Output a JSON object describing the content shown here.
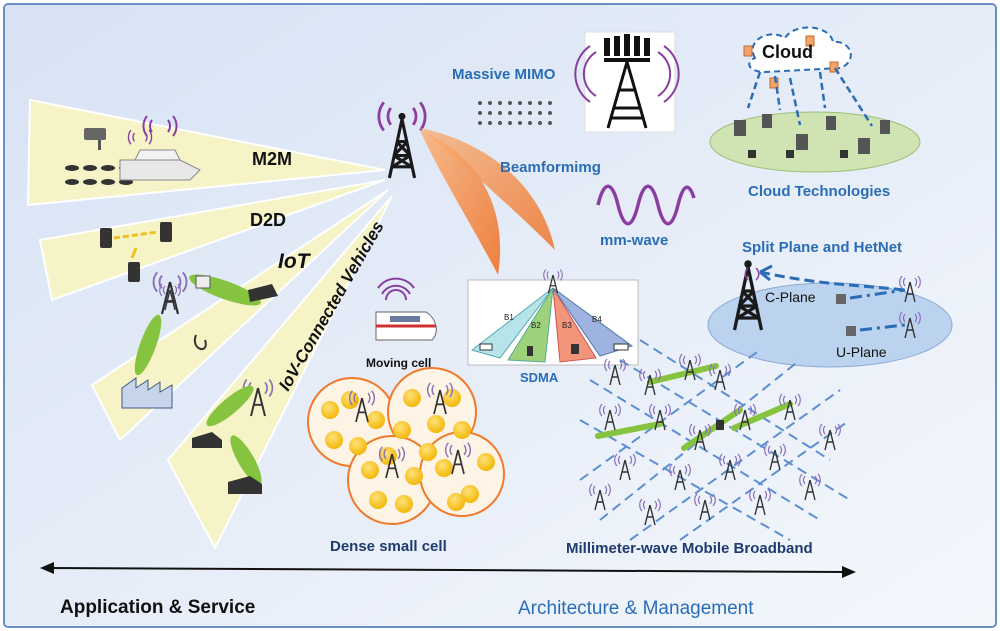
{
  "labels": {
    "m2m": "M2M",
    "d2d": "D2D",
    "iot": "IoT",
    "iov": "IoV-Connected Vehicles",
    "massive_mimo": "Massive MIMO",
    "beamforming": "Beamformimg",
    "mm_wave": "mm-wave",
    "cloud": "Cloud",
    "cloud_tech": "Cloud Technologies",
    "split_plane": "Split Plane and HetNet",
    "c_plane": "C-Plane",
    "u_plane": "U-Plane",
    "moving_cell": "Moving cell",
    "sdma": "SDMA",
    "beams": [
      "B1",
      "B2",
      "B3",
      "B4"
    ],
    "dense_small_cell": "Dense small cell",
    "mmwave_broadband": "Millimeter-wave Mobile Broadband",
    "app_service": "Application & Service",
    "arch_mgmt": "Architecture & Management"
  },
  "colors": {
    "frame_border": "#6a8fc7",
    "background_gradient_start": "#dfe8f6",
    "background_gradient_end": "#f3f6fb",
    "fan_fill": "#f6f3c6",
    "label_blue": "#2a6db5",
    "link_green": "#86c440",
    "beam_orange": "#f07a2c",
    "cell_yellow": "#f6c21a",
    "ellipse_blue": "#bcd3ef",
    "cloud_ellipse": "#cfe3b3",
    "tower_dark": "#1a1a1a",
    "signal_purple": "#8a3fa0"
  }
}
